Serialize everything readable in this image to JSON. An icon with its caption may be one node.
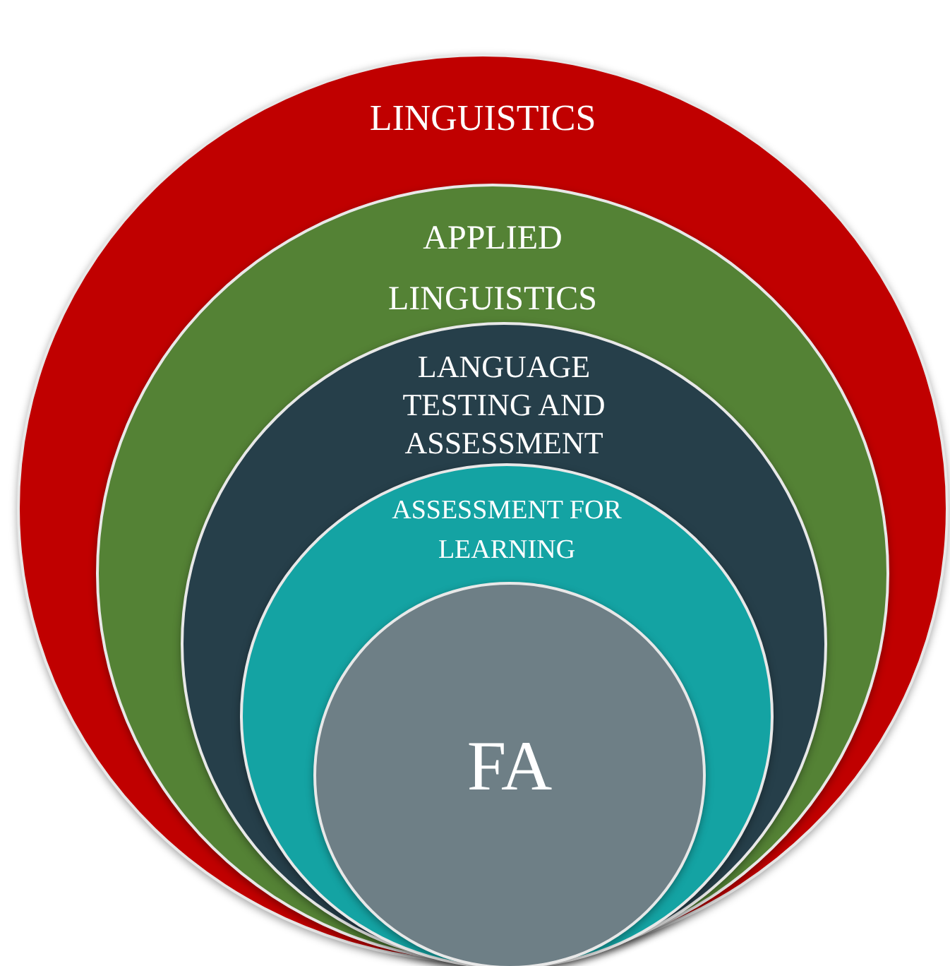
{
  "diagram": {
    "nodes": [
      {
        "text": [
          "LINGUISTICS"
        ]
      },
      {
        "text": [
          "APPLIED LINGUISTICS"
        ],
        "in": 0
      },
      {
        "text": [
          "LANGUAGE TESTING AND ASSESSMENT"
        ],
        "in": 1
      },
      {
        "text": [
          "ASSESSMENT FOR LEARNING"
        ],
        "in": 2
      },
      {
        "text": [
          "FA"
        ],
        "in": 3
      }
    ]
  }
}
